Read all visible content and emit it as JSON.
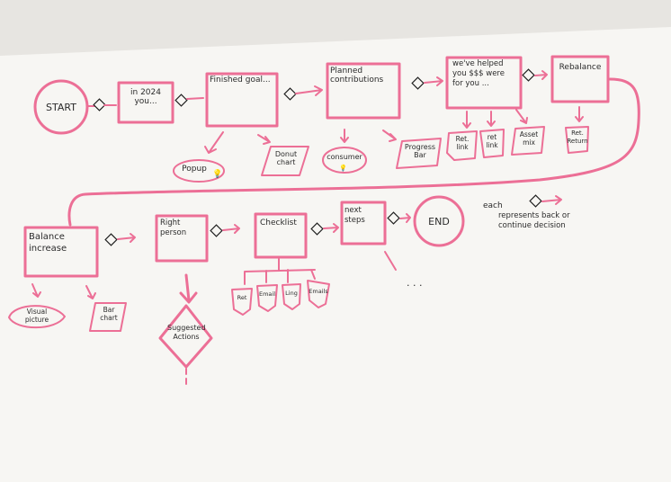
{
  "nodes": {
    "start": "START",
    "in2024": "in 2024 you...",
    "finished_goals": "Finished goal...",
    "planned_contributions": "Planned contributions",
    "weve_helped": "we've helped you $$$ were for you ...",
    "rebalance": "Rebalance",
    "popup": "Popup",
    "donut_chart": "Donut chart",
    "consumer": "consumer",
    "progress_bar": "Progress Bar",
    "ret_link_1": "Ret. link",
    "ret_link_2": "ret link",
    "asset_mix": "Asset mix",
    "ret_returns": "Ret. Return",
    "balance_increase": "Balance increase",
    "right_person": "Right person",
    "checklist": "Checklist",
    "next_steps": "next steps",
    "end": "END",
    "visual_picture": "Visual picture",
    "bar_chart": "Bar chart",
    "suggested_actions": "Suggested Actions",
    "ellipsis": ". . .",
    "check_1": "Ret",
    "check_2": "Email",
    "check_3": "Ling",
    "check_4": "Emails"
  },
  "legend": {
    "each": "each",
    "text": "represents back or continue decision"
  }
}
